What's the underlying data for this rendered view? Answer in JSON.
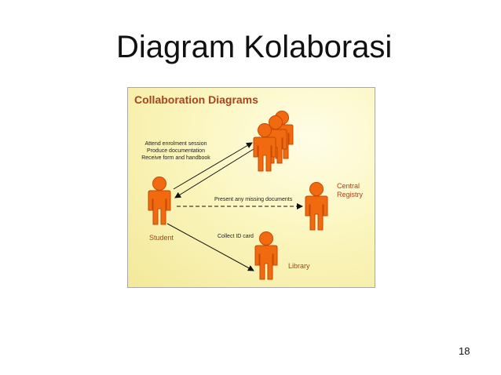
{
  "slide": {
    "title": "Diagram Kolaborasi",
    "page_number": "18"
  },
  "diagram": {
    "title": "Collaboration Diagrams",
    "actors": {
      "student": "Student",
      "central_registry_line1": "Central",
      "central_registry_line2": "Registry",
      "library": "Library"
    },
    "messages": {
      "staff_line1": "Attend enrolment session",
      "staff_line2": "Produce documentation",
      "staff_line3": "Receive form and handbook",
      "registry": "Present any missing documents",
      "library": "Collect ID card"
    },
    "colors": {
      "figure_fill": "#f26a10",
      "figure_stroke": "#c24a05",
      "label_color": "#a8431c"
    }
  }
}
